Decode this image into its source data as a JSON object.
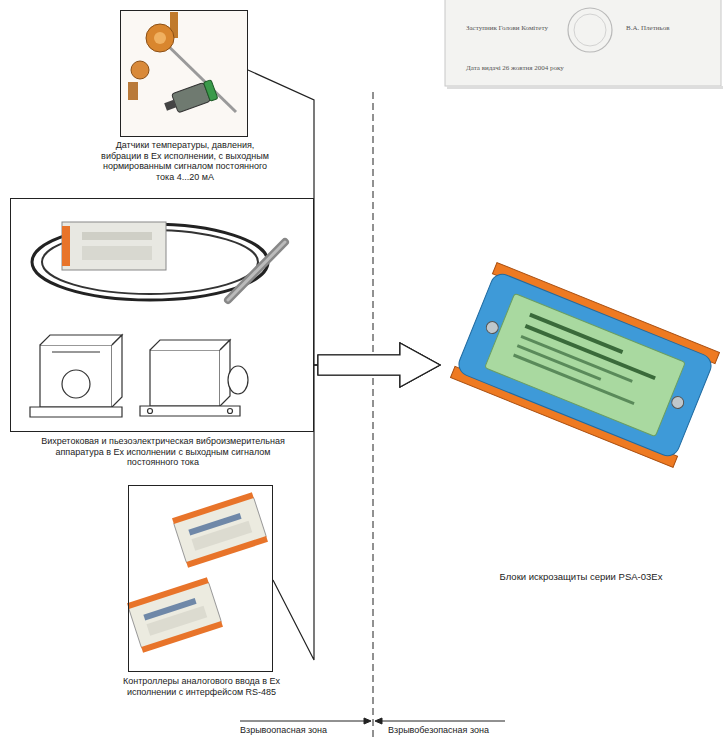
{
  "diagram": {
    "nodes": [
      {
        "text": [
          "Датчики температуры, давления, вибрации в Ex исполнении, с выходным нормированным сигналом постоянного тока 4...20 мА"
        ]
      },
      {
        "text": [
          "Вихретоковая и пьезоэлектрическая виброизмерительная аппаратура в Ex исполнении с выходным сигналом постоянного тока"
        ]
      },
      {
        "text": [
          "Контроллеры аналогового ввода в Ex исполнении с интерфейсом RS-485"
        ]
      },
      {
        "text": [
          "Блоки искрозащиты серии PSA-03Ex"
        ]
      }
    ],
    "edges": [
      {
        "from": 0,
        "to": 3,
        "arrow": "to"
      },
      {
        "from": 1,
        "to": 3,
        "arrow": "to"
      },
      {
        "from": 2,
        "to": 3,
        "arrow": "to"
      }
    ],
    "labels": [
      "Заступник Голови Комітету",
      "В.А. Плетньов",
      "Дата видачі 26 жовтня 2004 року",
      "Взрывоопасная зона",
      "Взрывобезопасная зона"
    ]
  }
}
